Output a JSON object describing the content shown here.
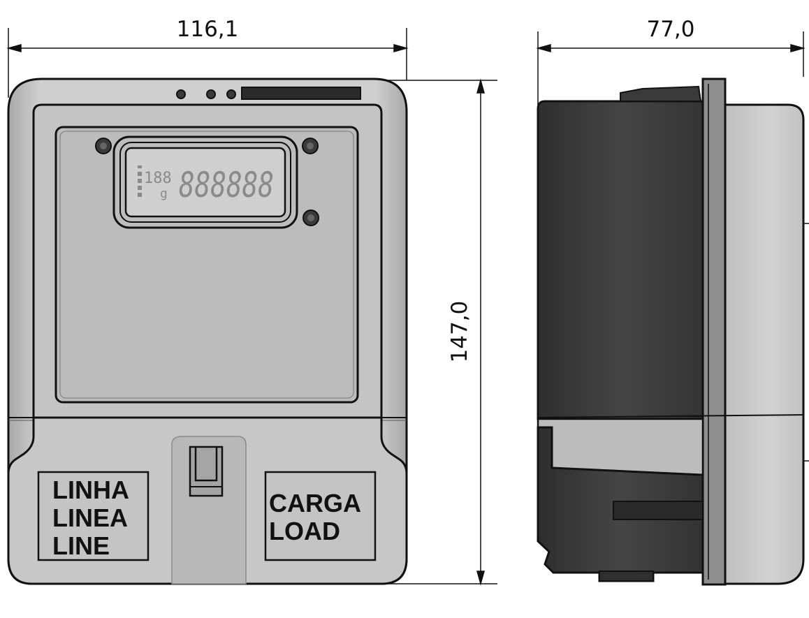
{
  "dimensions": {
    "front_width": "116,1",
    "height": "147,0",
    "side_depth": "77,0"
  },
  "front_panel": {
    "line_label": [
      "LINHA",
      "LINEA",
      "LINE"
    ],
    "load_label": [
      "CARGA",
      "LOAD"
    ],
    "lcd_digits": "888888",
    "lcd_small_digits": "188",
    "lcd_glyph": "g"
  },
  "colors": {
    "body_light": "#c9c9c9",
    "body_mid": "#b5b5b5",
    "body_dark": "#3a3a3a",
    "outline": "#111111"
  }
}
